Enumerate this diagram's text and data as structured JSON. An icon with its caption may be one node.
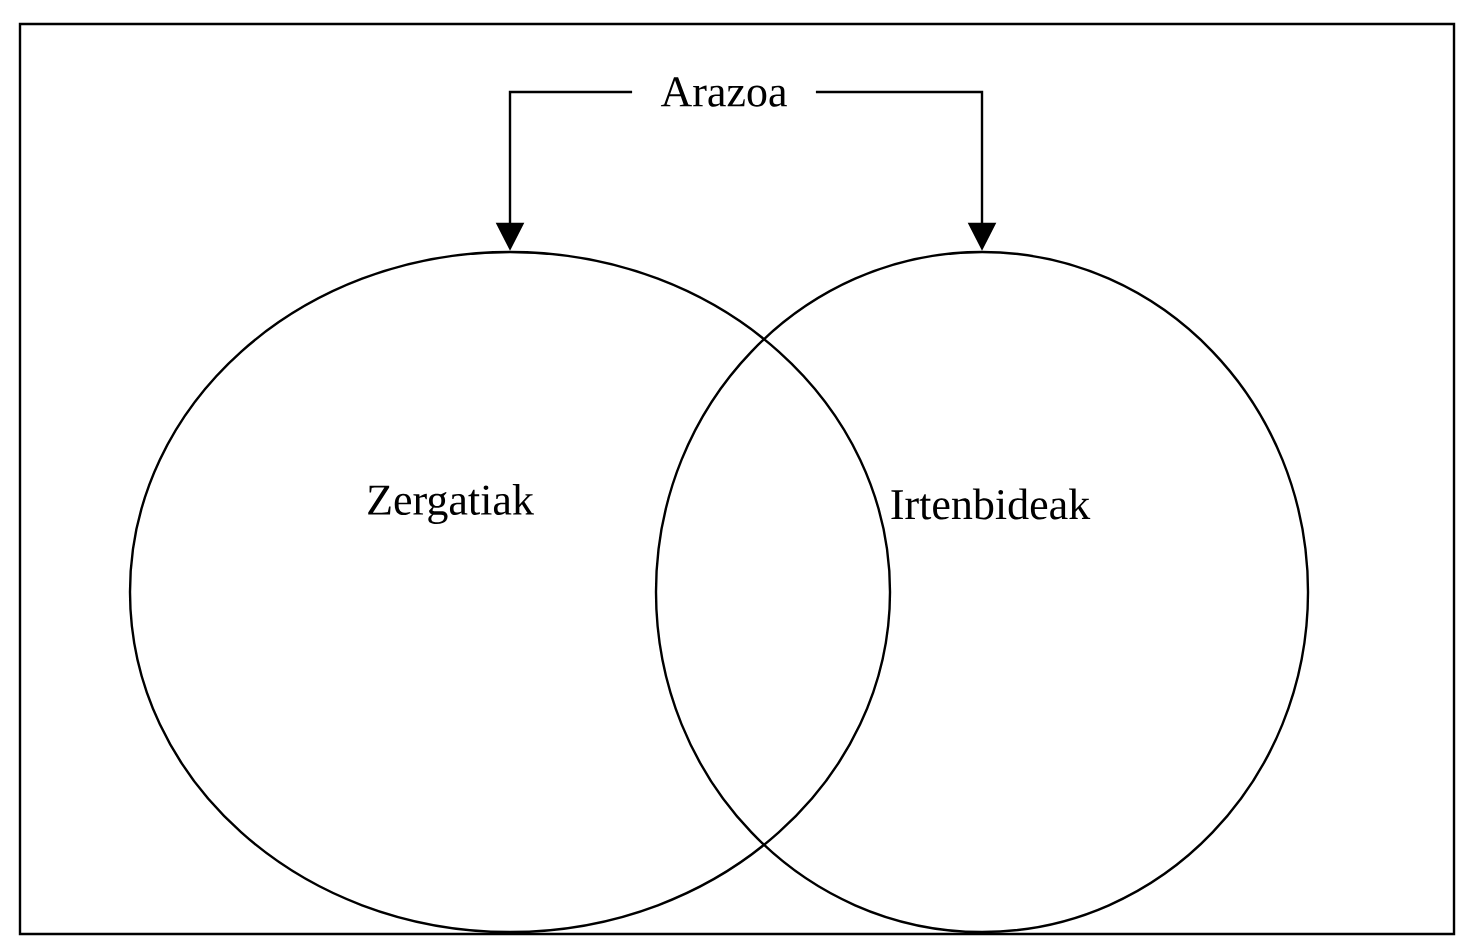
{
  "diagram": {
    "nodes": [
      {
        "text": [
          "Arazoa"
        ]
      },
      {
        "text": [
          "Zergatiak"
        ]
      },
      {
        "text": [
          "Irtenbideak"
        ]
      }
    ],
    "edges": [
      {
        "from": 0,
        "to": 1,
        "arrow": "to"
      },
      {
        "from": 0,
        "to": 2,
        "arrow": "to"
      }
    ]
  }
}
